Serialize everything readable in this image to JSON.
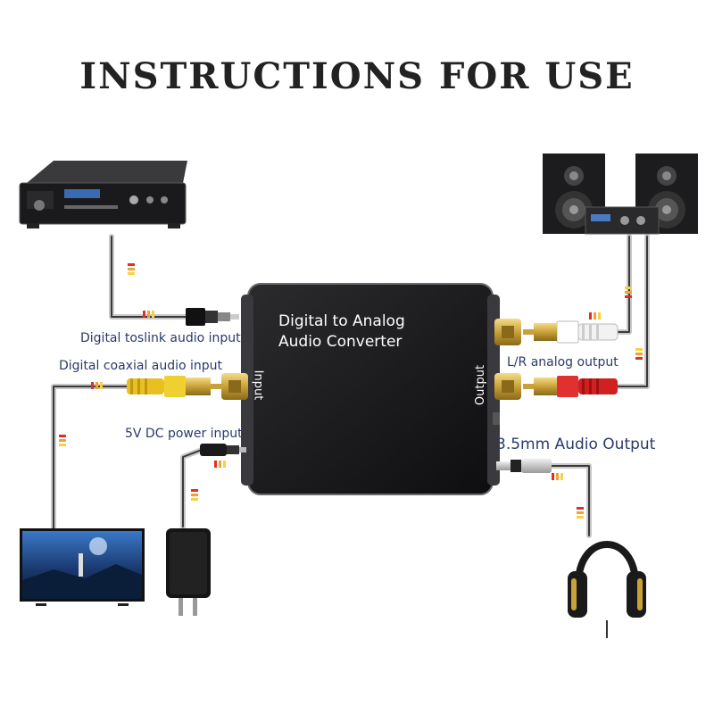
{
  "title": "INSTRUCTIONS FOR USE",
  "device": {
    "name_line1": "Digital to Analog",
    "name_line2": "Audio Converter",
    "input_side": "Input",
    "output_side": "Output"
  },
  "labels": {
    "toslink": "Digital toslink audio input",
    "coaxial": "Digital coaxial audio input",
    "dc_power": "5V DC power input",
    "lr_output": "L/R analog output",
    "headphone_output": "3.5mm  Audio Output"
  },
  "colors": {
    "accent": "#2a3a6b",
    "signal_arrow": "#e03020",
    "cable_gray": "#9a9a9a",
    "rca_yellow": "#e8c020",
    "rca_red": "#d02020"
  }
}
